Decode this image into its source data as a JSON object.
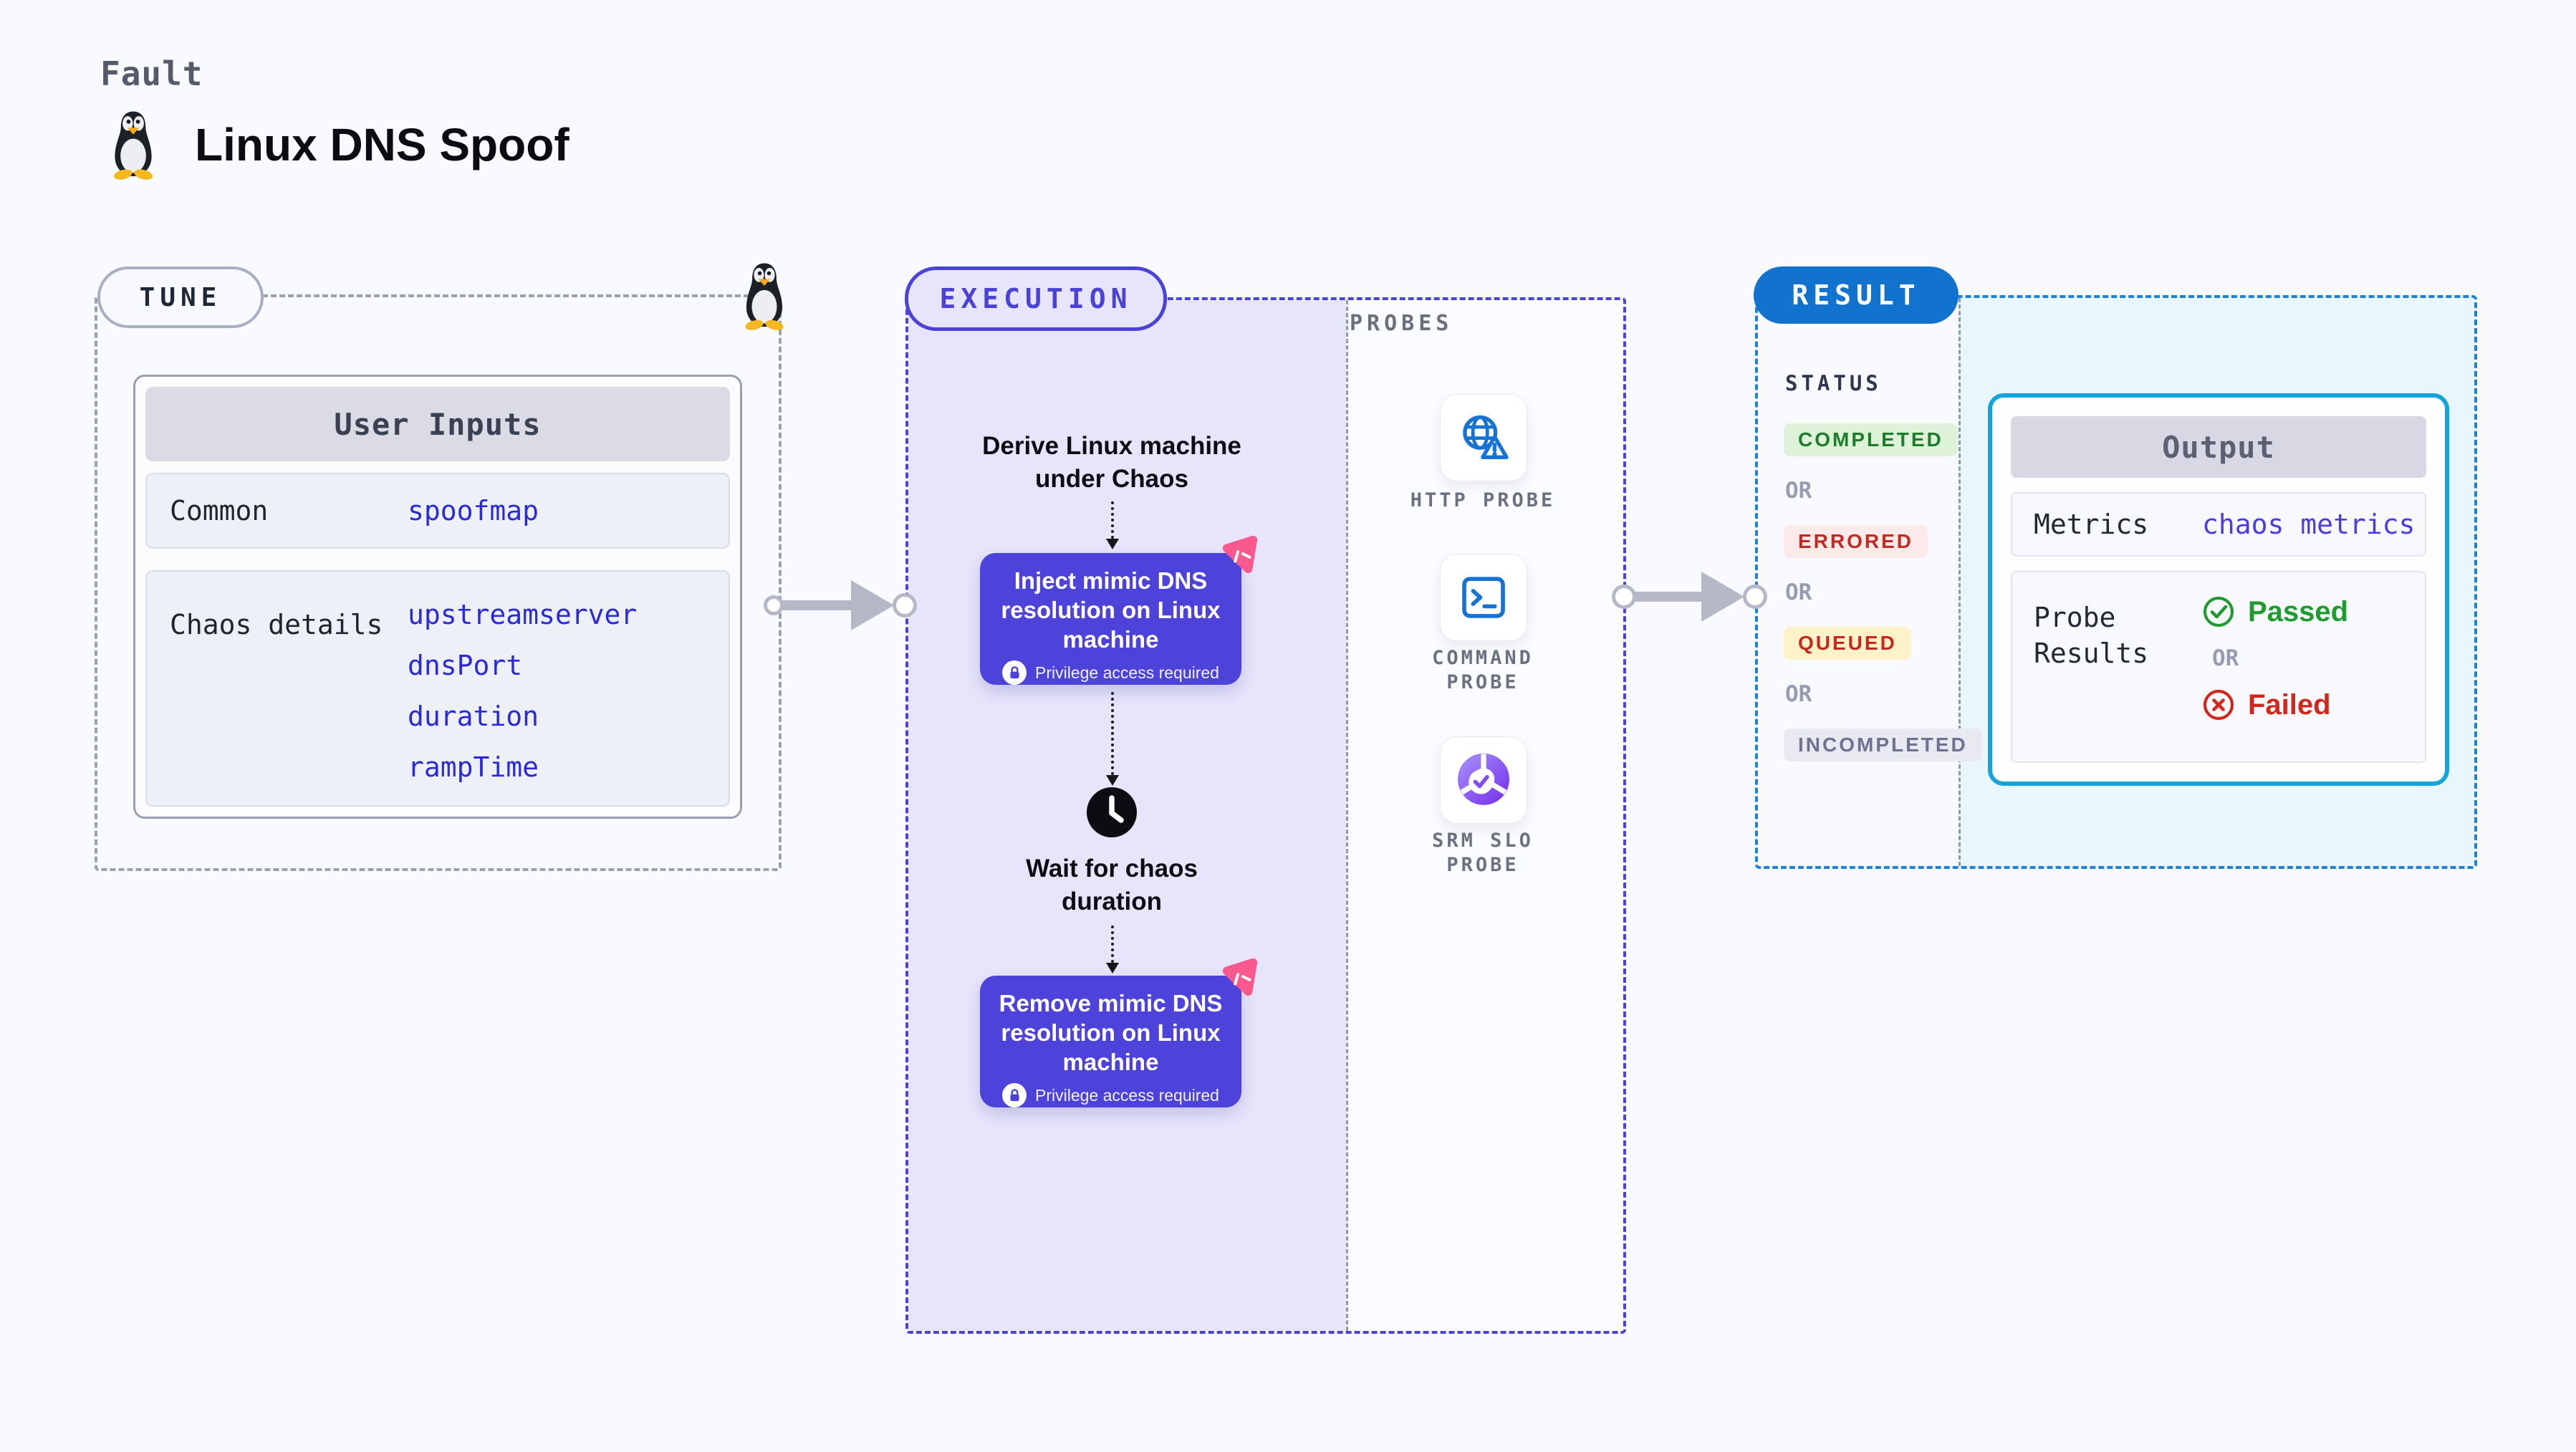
{
  "page": {
    "kicker": "Fault",
    "title": "Linux DNS Spoof"
  },
  "tune": {
    "label": "TUNE",
    "card_title": "User Inputs",
    "rows": [
      {
        "label": "Common",
        "values": [
          "spoofmap"
        ]
      },
      {
        "label": "Chaos details",
        "values": [
          "upstreamserver",
          "dnsPort",
          "duration",
          "rampTime"
        ]
      }
    ]
  },
  "execution": {
    "label": "EXECUTION",
    "steps": {
      "derive": "Derive Linux machine under Chaos",
      "inject": "Inject mimic DNS resolution on Linux machine",
      "wait": "Wait for chaos duration",
      "remove": "Remove mimic DNS resolution on Linux machine",
      "privilege_note": "Privilege access required"
    }
  },
  "probes": {
    "label": "PROBES",
    "items": [
      {
        "name": "HTTP PROBE",
        "icon": "globe-alert-icon"
      },
      {
        "name": "COMMAND PROBE",
        "icon": "terminal-icon"
      },
      {
        "name": "SRM SLO PROBE",
        "icon": "slo-donut-icon"
      }
    ]
  },
  "result": {
    "label": "RESULT",
    "status_label": "STATUS",
    "or_label": "OR",
    "statuses": [
      {
        "text": "COMPLETED",
        "kind": "completed"
      },
      {
        "text": "ERRORED",
        "kind": "errored"
      },
      {
        "text": "QUEUED",
        "kind": "queued"
      },
      {
        "text": "INCOMPLETED",
        "kind": "incompleted"
      }
    ],
    "output": {
      "title": "Output",
      "metrics_label": "Metrics",
      "metrics_value": "chaos metrics",
      "probe_results_label": "Probe Results",
      "passed_label": "Passed",
      "failed_label": "Failed"
    }
  },
  "colors": {
    "page_bg": "#f8fafd",
    "indigo_accent": "#4b43d7",
    "step_purple": "#4d43da",
    "lavender_fill": "#e7e5fb",
    "chaos_pink": "#f9598c",
    "result_blue": "#1173cd",
    "result_dash_blue": "#1e82d5",
    "output_border_cyan": "#14a4db",
    "cyan_fill": "#e9f6fc",
    "probe_icon_blue": "#1673d3",
    "slo_purple": "#7a3bee",
    "passed_green": "#1f9b31",
    "failed_red": "#d2281c",
    "completed_green": "#1e7c2b",
    "errored_red": "#c22a24",
    "queued_bg": "#fdf2c8",
    "value_blue": "#2a2ada",
    "arrow_gray": "#b6b8c8"
  }
}
